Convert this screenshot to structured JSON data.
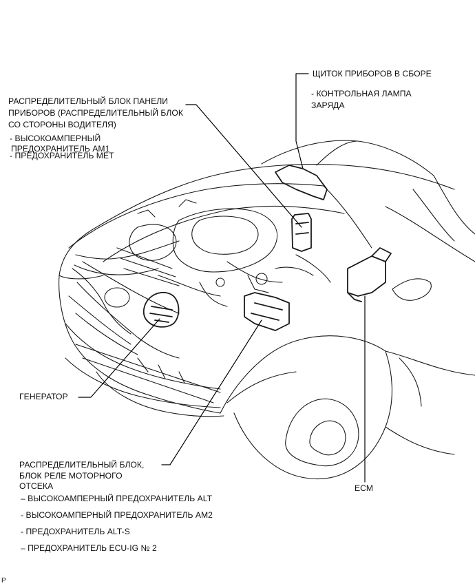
{
  "labels": {
    "combination_meter": "ЩИТОК ПРИБОРОВ В СБОРЕ",
    "charge_warning_lamp": "- КОНТРОЛЬНАЯ ЛАМПА",
    "charge_warning_lamp_2": "ЗАРЯДА",
    "instrument_panel_jb_1": "РАСПРЕДЕЛИТЕЛЬНЫЙ БЛОК ПАНЕЛИ",
    "instrument_panel_jb_2": "ПРИБОРОВ (РАСПРЕДЕЛИТЕЛЬНЫЙ БЛОК",
    "instrument_panel_jb_3": "СО СТОРОНЫ ВОДИТЕЛЯ)",
    "am1_fuse_1": "- ВЫСОКОАМПЕРНЫЙ",
    "am1_fuse_2": "ПРЕДОХРАНИТЕЛЬ AM1",
    "met_fuse": "- ПРЕДОХРАНИТЕЛЬ MET",
    "generator": "ГЕНЕРАТОР",
    "engine_room_jb_1": "РАСПРЕДЕЛИТЕЛЬНЫЙ БЛОК,",
    "engine_room_jb_2": "БЛОК РЕЛЕ МОТОРНОГО",
    "engine_room_jb_3": "ОТСЕКА",
    "alt_fuse": "– ВЫСОКОАМПЕРНЫЙ ПРЕДОХРАНИТЕЛЬ ALT",
    "am2_fuse": "- ВЫСОКОАМПЕРНЫЙ ПРЕДОХРАНИТЕЛЬ AM2",
    "alts_fuse": "- ПРЕДОХРАНИТЕЛЬ ALT-S",
    "ecuig_fuse": "– ПРЕДОХРАНИТЕЛЬ ECU-IG № 2",
    "ecm": "ECM",
    "corner_mark": "P"
  },
  "colors": {
    "line": "#1a1a1a",
    "leader": "#000000",
    "background": "#ffffff"
  }
}
